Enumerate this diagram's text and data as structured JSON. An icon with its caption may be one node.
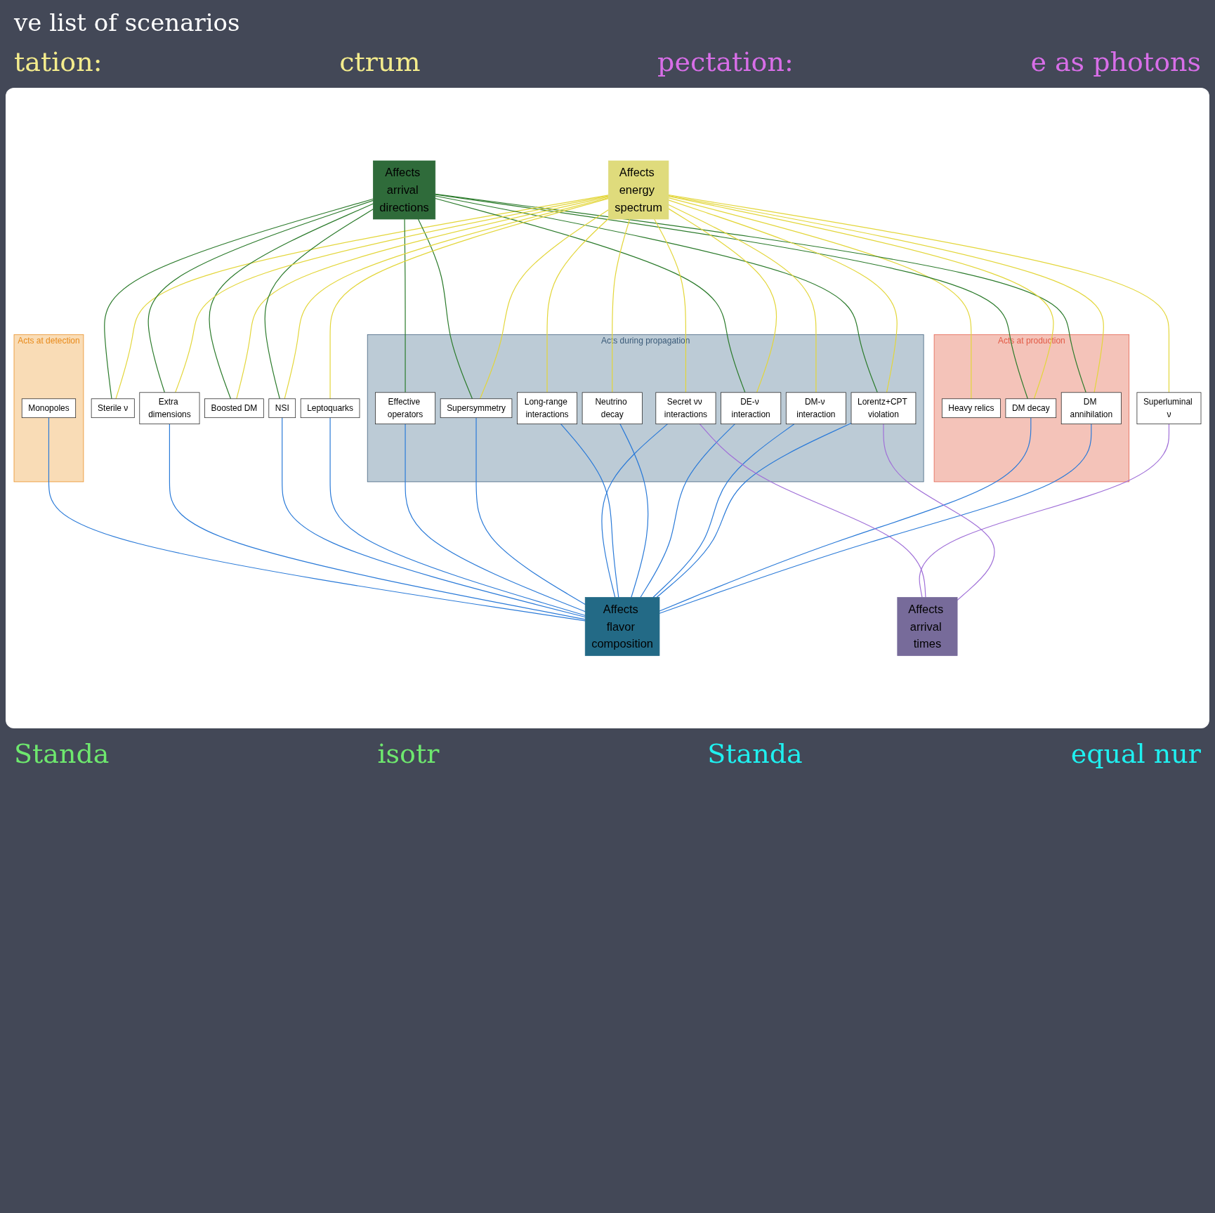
{
  "diagram": {
    "nodes": [
      {
        "text": [
          "Affects energy spectrum"
        ]
      },
      {
        "text": [
          "Affects arrival directions"
        ]
      },
      {
        "text": [
          "Acts during propagation"
        ]
      },
      {
        "text": [
          "Acts at production"
        ]
      },
      {
        "text": [
          "DM-ν interaction"
        ],
        "in": 2
      },
      {
        "text": [
          "DE-ν interaction"
        ],
        "in": 2
      },
      {
        "text": [
          "Lorentz+CPT violation"
        ],
        "in": 2
      },
      {
        "text": [
          "Neutrino decay"
        ],
        "in": 2
      },
      {
        "text": [
          "Heavy relics"
        ],
        "in": 3
      },
      {
        "text": [
          "Long-range interactions"
        ],
        "in": 2
      },
      {
        "text": [
          "DM annihilation"
        ],
        "in": 3
      },
      {
        "text": [
          "Secret νν interactions"
        ],
        "in": 2
      },
      {
        "text": [
          "Supersymmetry"
        ],
        "in": 2
      },
      {
        "text": [
          "DM decay"
        ],
        "in": 3
      },
      {
        "text": [
          "Sterile ν"
        ]
      },
      {
        "text": [
          "Effective operators"
        ],
        "in": 2
      },
      {
        "text": [
          "Acts at detection"
        ]
      },
      {
        "text": [
          "Leptoquarks"
        ]
      },
      {
        "text": [
          "Boosted DM"
        ]
      },
      {
        "text": [
          "NSI"
        ]
      },
      {
        "text": [
          "Extra dimensions"
        ]
      },
      {
        "text": [
          "Superluminal ν"
        ]
      },
      {
        "text": [
          "Monopoles"
        ],
        "in": 16
      },
      {
        "text": [
          "Affects flavor composition"
        ]
      },
      {
        "text": [
          "Affects arrival times"
        ]
      }
    ],
    "edges": [
      {
        "from": 8,
        "to": 0,
        "arrow": "none",
        "color": "#e3d63a"
      },
      {
        "from": 10,
        "to": 0,
        "arrow": "none",
        "color": "#e3d63a"
      },
      {
        "from": 10,
        "to": 1,
        "arrow": "none",
        "color": "#2a7a2a"
      },
      {
        "from": 10,
        "to": 23,
        "arrow": "none",
        "color": "#2a7ad8"
      },
      {
        "from": 13,
        "to": 0,
        "arrow": "none",
        "color": "#e3d63a"
      },
      {
        "from": 13,
        "to": 1,
        "arrow": "none",
        "color": "#2a7a2a"
      },
      {
        "from": 13,
        "to": 23,
        "arrow": "none",
        "color": "#2a7ad8"
      },
      {
        "from": 14,
        "to": 0,
        "arrow": "none",
        "color": "#e3d63a"
      },
      {
        "from": 14,
        "to": 1,
        "arrow": "none",
        "color": "#2a7a2a"
      },
      {
        "from": 6,
        "to": 0,
        "arrow": "none",
        "color": "#e3d63a"
      },
      {
        "from": 6,
        "to": 1,
        "arrow": "none",
        "color": "#2a7a2a"
      },
      {
        "from": 6,
        "to": 23,
        "arrow": "none",
        "color": "#2a7ad8"
      },
      {
        "from": 6,
        "to": 24,
        "arrow": "none",
        "color": "#a070d8"
      },
      {
        "from": 4,
        "to": 0,
        "arrow": "none",
        "color": "#e3d63a"
      },
      {
        "from": 4,
        "to": 23,
        "arrow": "none",
        "color": "#2a7ad8"
      },
      {
        "from": 5,
        "to": 0,
        "arrow": "none",
        "color": "#e3d63a"
      },
      {
        "from": 5,
        "to": 1,
        "arrow": "none",
        "color": "#2a7a2a"
      },
      {
        "from": 5,
        "to": 23,
        "arrow": "none",
        "color": "#2a7ad8"
      },
      {
        "from": 7,
        "to": 0,
        "arrow": "none",
        "color": "#e3d63a"
      },
      {
        "from": 7,
        "to": 23,
        "arrow": "none",
        "color": "#2a7ad8"
      },
      {
        "from": 9,
        "to": 0,
        "arrow": "none",
        "color": "#e3d63a"
      },
      {
        "from": 9,
        "to": 23,
        "arrow": "none",
        "color": "#2a7ad8"
      },
      {
        "from": 11,
        "to": 0,
        "arrow": "none",
        "color": "#e3d63a"
      },
      {
        "from": 11,
        "to": 23,
        "arrow": "none",
        "color": "#2a7ad8"
      },
      {
        "from": 11,
        "to": 24,
        "arrow": "none",
        "color": "#a070d8"
      },
      {
        "from": 12,
        "to": 0,
        "arrow": "none",
        "color": "#e3d63a"
      },
      {
        "from": 12,
        "to": 1,
        "arrow": "none",
        "color": "#2a7a2a"
      },
      {
        "from": 12,
        "to": 23,
        "arrow": "none",
        "color": "#2a7ad8"
      },
      {
        "from": 15,
        "to": 1,
        "arrow": "none",
        "color": "#2a7a2a"
      },
      {
        "from": 15,
        "to": 23,
        "arrow": "none",
        "color": "#2a7ad8"
      },
      {
        "from": 17,
        "to": 0,
        "arrow": "none",
        "color": "#e3d63a"
      },
      {
        "from": 17,
        "to": 23,
        "arrow": "none",
        "color": "#2a7ad8"
      },
      {
        "from": 18,
        "to": 0,
        "arrow": "none",
        "color": "#e3d63a"
      },
      {
        "from": 18,
        "to": 1,
        "arrow": "none",
        "color": "#2a7a2a"
      },
      {
        "from": 19,
        "to": 0,
        "arrow": "none",
        "color": "#e3d63a"
      },
      {
        "from": 19,
        "to": 1,
        "arrow": "none",
        "color": "#2a7a2a"
      },
      {
        "from": 19,
        "to": 23,
        "arrow": "none",
        "color": "#2a7ad8"
      },
      {
        "from": 20,
        "to": 0,
        "arrow": "none",
        "color": "#e3d63a"
      },
      {
        "from": 20,
        "to": 1,
        "arrow": "none",
        "color": "#2a7a2a"
      },
      {
        "from": 20,
        "to": 23,
        "arrow": "none",
        "color": "#2a7ad8"
      },
      {
        "from": 21,
        "to": 0,
        "arrow": "none",
        "color": "#e3d63a"
      },
      {
        "from": 21,
        "to": 24,
        "arrow": "none",
        "color": "#a070d8"
      },
      {
        "from": 22,
        "to": 23,
        "arrow": "none",
        "color": "#2a7ad8"
      }
    ],
    "labels": [
      "ve list of scenarios",
      "tation:",
      "ctrum",
      "Standa",
      "isotr",
      "pectation:",
      "e as photons",
      "Standa",
      "equal nur"
    ]
  }
}
